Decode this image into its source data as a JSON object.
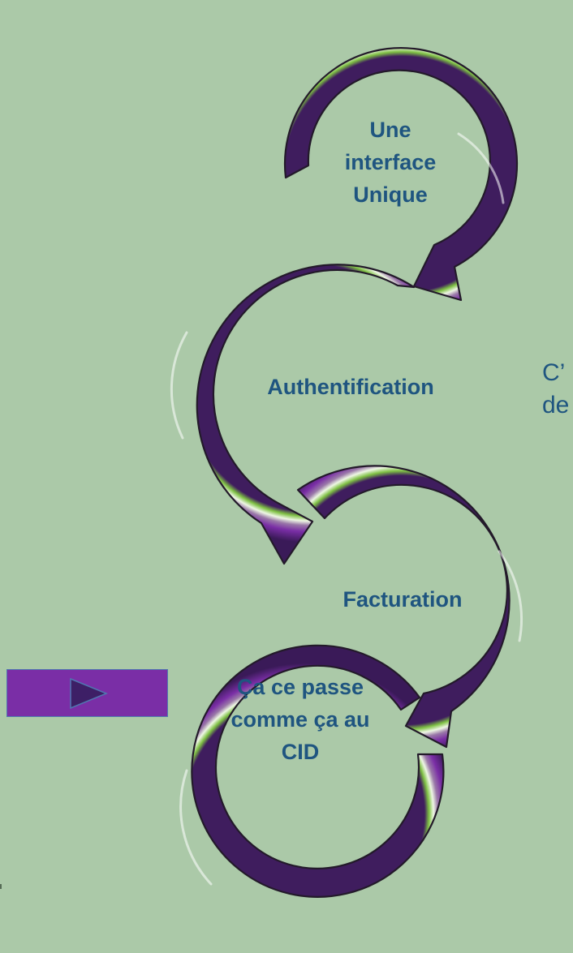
{
  "steps": [
    {
      "label": "Une\ninterface\nUnique"
    },
    {
      "label": "Authentification"
    },
    {
      "label": "Facturation"
    },
    {
      "label": "Ça ce passe\ncomme ça au\nCID"
    }
  ],
  "side_text": {
    "line1": "C’",
    "line2": "de"
  },
  "play_button": {
    "icon": "play-triangle-icon"
  },
  "colors": {
    "background": "#abc9a8",
    "arrow_purple": "#7a2ea6",
    "arrow_green": "#7ec043",
    "label_text": "#1f5580",
    "button_fill": "#7a2ea6",
    "button_border": "#5076b0"
  }
}
